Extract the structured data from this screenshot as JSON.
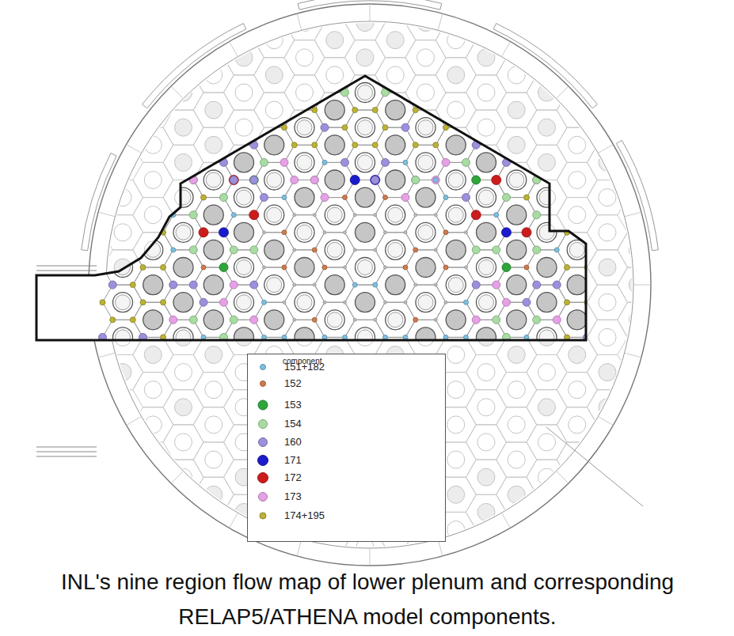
{
  "diagram": {
    "caption": "INL's nine region flow map of lower plenum and corresponding RELAP5/ATHENA model components.",
    "labels": [
      "component"
    ],
    "legend": [
      {
        "text": "151+182",
        "color": "#7cc0e0"
      },
      {
        "text": "152",
        "color": "#d07a4c"
      },
      {
        "text": "153",
        "color": "#2ea63a"
      },
      {
        "text": "154",
        "color": "#a8dca2"
      },
      {
        "text": "160",
        "color": "#9c90dc"
      },
      {
        "text": "171",
        "color": "#1b1bcc"
      },
      {
        "text": "172",
        "color": "#cc1c1c"
      },
      {
        "text": "173",
        "color": "#e6a0e6"
      },
      {
        "text": "174+195",
        "color": "#bcb236"
      }
    ]
  }
}
